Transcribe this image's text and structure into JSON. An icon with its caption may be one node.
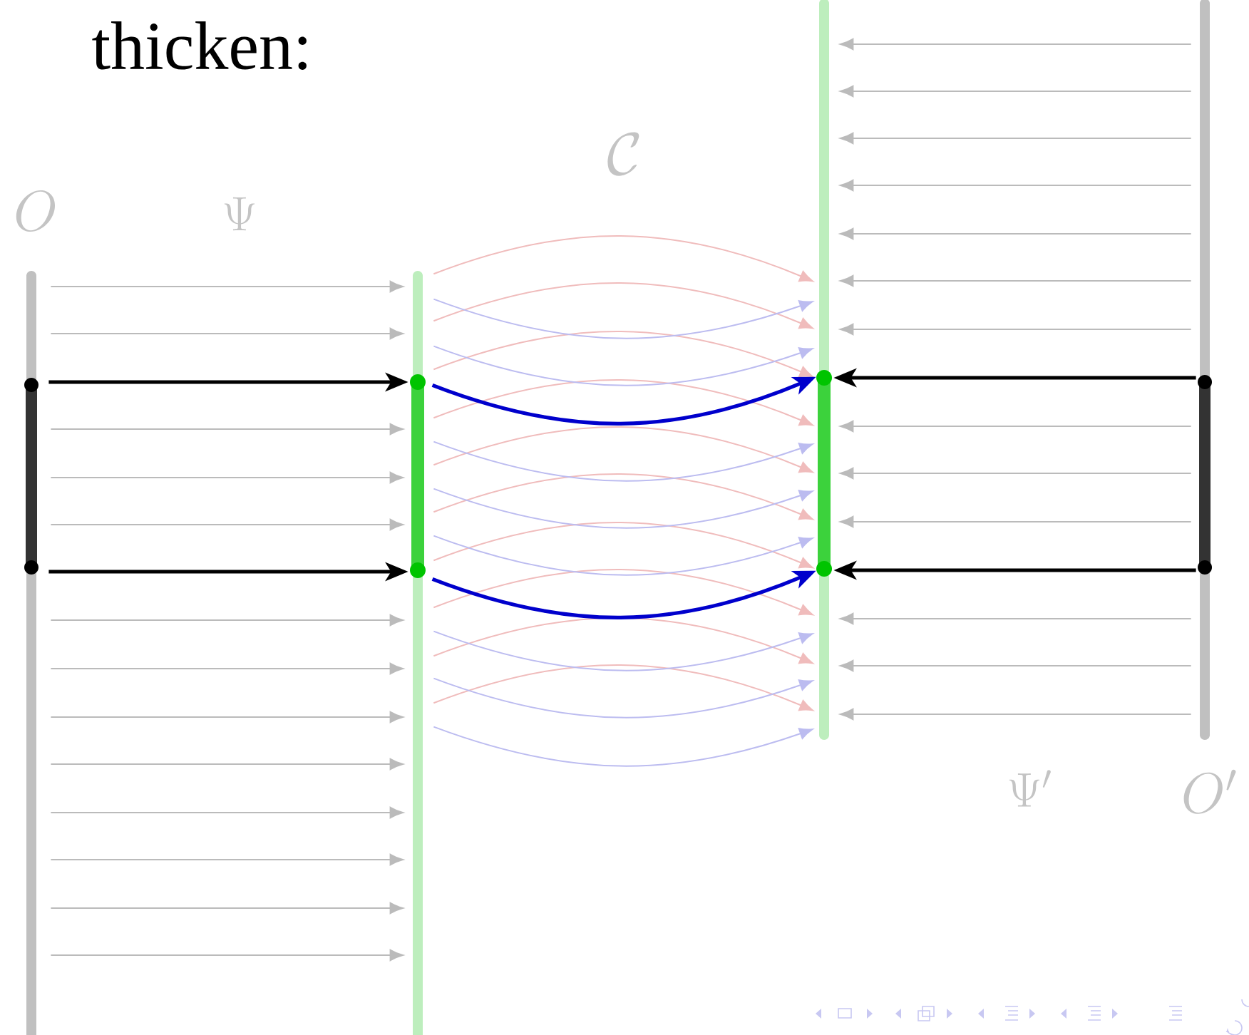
{
  "diagram": {
    "title": "thicken:",
    "nodes": [
      {
        "text": [],
        "shape": "bar"
      },
      {
        "text": [],
        "shape": "bar",
        "in": 0
      },
      {
        "text": [],
        "shape": "bar"
      },
      {
        "text": [],
        "shape": "bar",
        "in": 2
      },
      {
        "text": [],
        "shape": "bar"
      },
      {
        "text": [],
        "shape": "bar",
        "in": 4
      },
      {
        "text": [],
        "shape": "bar"
      },
      {
        "text": [],
        "shape": "bar",
        "in": 6
      }
    ],
    "edges": [
      {
        "from": 0,
        "to": 2,
        "arrow": "to"
      },
      {
        "from": 0,
        "to": 2,
        "arrow": "to"
      },
      {
        "from": 0,
        "to": 2,
        "arrow": "to"
      },
      {
        "from": 0,
        "to": 2,
        "arrow": "to"
      },
      {
        "from": 0,
        "to": 2,
        "arrow": "to"
      },
      {
        "from": 0,
        "to": 2,
        "arrow": "to"
      },
      {
        "from": 0,
        "to": 2,
        "arrow": "to"
      },
      {
        "from": 0,
        "to": 2,
        "arrow": "to"
      },
      {
        "from": 0,
        "to": 2,
        "arrow": "to"
      },
      {
        "from": 0,
        "to": 2,
        "arrow": "to"
      },
      {
        "from": 0,
        "to": 2,
        "arrow": "to"
      },
      {
        "from": 0,
        "to": 2,
        "arrow": "to"
      },
      {
        "from": 0,
        "to": 2,
        "arrow": "to"
      },
      {
        "from": 1,
        "to": 3,
        "arrow": "to",
        "style": "thick",
        "color": "#000000"
      },
      {
        "from": 1,
        "to": 3,
        "arrow": "to",
        "style": "thick",
        "color": "#000000"
      },
      {
        "from": 6,
        "to": 4,
        "arrow": "to"
      },
      {
        "from": 6,
        "to": 4,
        "arrow": "to"
      },
      {
        "from": 6,
        "to": 4,
        "arrow": "to"
      },
      {
        "from": 6,
        "to": 4,
        "arrow": "to"
      },
      {
        "from": 6,
        "to": 4,
        "arrow": "to"
      },
      {
        "from": 6,
        "to": 4,
        "arrow": "to"
      },
      {
        "from": 6,
        "to": 4,
        "arrow": "to"
      },
      {
        "from": 6,
        "to": 4,
        "arrow": "to"
      },
      {
        "from": 6,
        "to": 4,
        "arrow": "to"
      },
      {
        "from": 6,
        "to": 4,
        "arrow": "to"
      },
      {
        "from": 6,
        "to": 4,
        "arrow": "to"
      },
      {
        "from": 6,
        "to": 4,
        "arrow": "to"
      },
      {
        "from": 6,
        "to": 4,
        "arrow": "to"
      },
      {
        "from": 7,
        "to": 5,
        "arrow": "to",
        "style": "thick",
        "color": "#000000"
      },
      {
        "from": 7,
        "to": 5,
        "arrow": "to",
        "style": "thick",
        "color": "#000000"
      },
      {
        "from": 2,
        "to": 4,
        "arrow": "to",
        "color": "#f0bcbc"
      },
      {
        "from": 2,
        "to": 4,
        "arrow": "to",
        "color": "#f0bcbc"
      },
      {
        "from": 2,
        "to": 4,
        "arrow": "to",
        "color": "#f0bcbc"
      },
      {
        "from": 2,
        "to": 4,
        "arrow": "to",
        "color": "#f0bcbc"
      },
      {
        "from": 2,
        "to": 4,
        "arrow": "to",
        "color": "#f0bcbc"
      },
      {
        "from": 2,
        "to": 4,
        "arrow": "to",
        "color": "#f0bcbc"
      },
      {
        "from": 2,
        "to": 4,
        "arrow": "to",
        "color": "#f0bcbc"
      },
      {
        "from": 2,
        "to": 4,
        "arrow": "to",
        "color": "#f0bcbc"
      },
      {
        "from": 2,
        "to": 4,
        "arrow": "to",
        "color": "#f0bcbc"
      },
      {
        "from": 2,
        "to": 4,
        "arrow": "to",
        "color": "#f0bcbc"
      },
      {
        "from": 2,
        "to": 4,
        "arrow": "to",
        "color": "#bcbcf0"
      },
      {
        "from": 2,
        "to": 4,
        "arrow": "to",
        "color": "#bcbcf0"
      },
      {
        "from": 2,
        "to": 4,
        "arrow": "to",
        "color": "#bcbcf0"
      },
      {
        "from": 2,
        "to": 4,
        "arrow": "to",
        "color": "#bcbcf0"
      },
      {
        "from": 2,
        "to": 4,
        "arrow": "to",
        "color": "#bcbcf0"
      },
      {
        "from": 2,
        "to": 4,
        "arrow": "to",
        "color": "#bcbcf0"
      },
      {
        "from": 2,
        "to": 4,
        "arrow": "to",
        "color": "#bcbcf0"
      },
      {
        "from": 2,
        "to": 4,
        "arrow": "to",
        "color": "#bcbcf0"
      },
      {
        "from": 3,
        "to": 5,
        "arrow": "to",
        "style": "thick",
        "color": "#0000cc"
      },
      {
        "from": 3,
        "to": 5,
        "arrow": "to",
        "style": "thick",
        "color": "#0000cc"
      }
    ],
    "labels": [
      "O",
      "\\Psi",
      "\\mathcal{C}",
      "\\Psi'",
      "O'"
    ]
  }
}
